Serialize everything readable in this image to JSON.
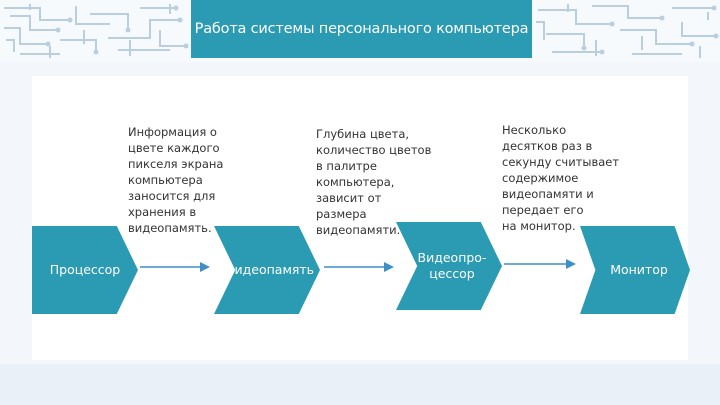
{
  "slide": {
    "title": "Работа системы персонального компьютера"
  },
  "diagram": {
    "steps": [
      {
        "label": "Процессор"
      },
      {
        "label": "Видеопамять"
      },
      {
        "label": "Видеопро-\nцессор"
      },
      {
        "label": "Монитор"
      }
    ],
    "notes": [
      {
        "text": "Информация о\nцвете каждого\nпикселя экрана\nкомпьютера\nзаносится для\nхранения в\nвидеопамять."
      },
      {
        "text": "Глубина цвета,\nколичество цветов\nв палитре\nкомпьютера,\nзависит от\nразмера\nвидеопамяти."
      },
      {
        "text": "Несколько\nдесятков раз в\nсекунду считывает\nсодержимое\nвидеопамяти и\nпередает его\nна монитор."
      }
    ]
  },
  "colors": {
    "accent": "#2a9bb3",
    "arrow": "#3d8fc6",
    "circuit": "#b9cfe0"
  }
}
